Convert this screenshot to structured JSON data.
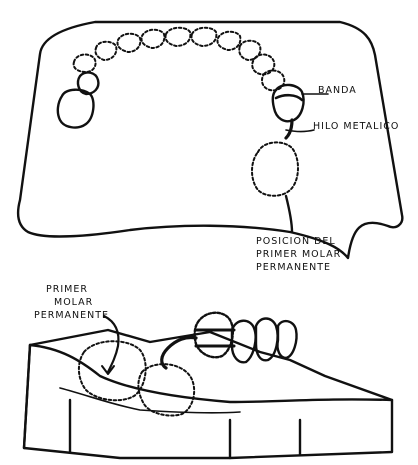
{
  "labels": {
    "banda": "BANDA",
    "hilo": "HILO METALICO",
    "posicion_line1": "POSICION DEL",
    "posicion_line2": "PRIMER MOLAR",
    "posicion_line3": "PERMANENTE",
    "primer_line1": "PRIMER",
    "primer_line2": "MOLAR",
    "primer_line3": "PERMANENTE"
  },
  "colors": {
    "ink": "#111111",
    "paper": "#ffffff"
  }
}
